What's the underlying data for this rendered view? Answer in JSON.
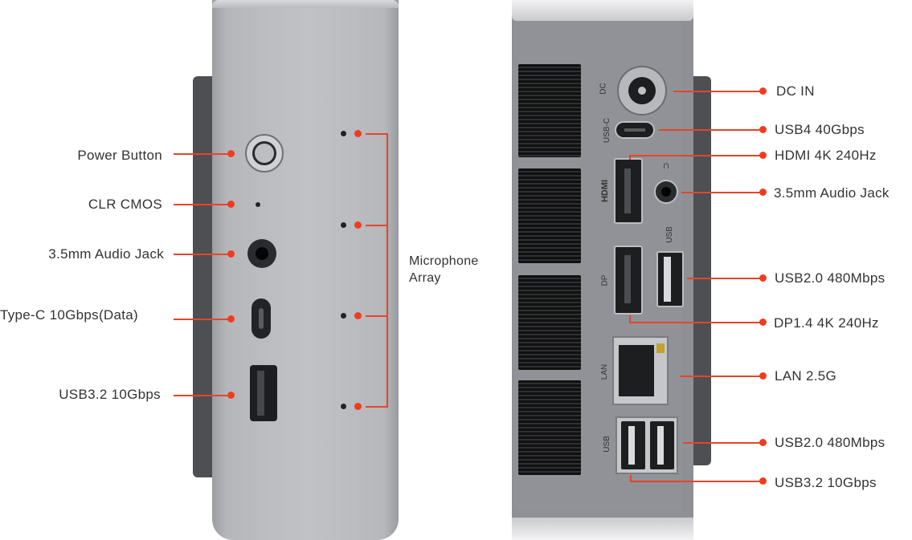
{
  "left_labels": {
    "power_button": "Power Button",
    "clr_cmos": "CLR CMOS",
    "audio_jack": "3.5mm Audio Jack",
    "type_c": "Type-C 10Gbps(Data)",
    "usb32": "USB3.2 10Gbps"
  },
  "microphone": {
    "line1": "Microphone",
    "line2": "Array"
  },
  "right_labels": {
    "dc_in": "DC IN",
    "usb4": "USB4 40Gbps",
    "hdmi": "HDMI 4K 240Hz",
    "audio_jack": "3.5mm Audio Jack",
    "usb20_a": "USB2.0 480Mbps",
    "dp": "DP1.4 4K 240Hz",
    "lan": "LAN 2.5G",
    "usb20_b": "USB2.0 480Mbps",
    "usb32": "USB3.2 10Gbps"
  },
  "panel_print": {
    "dc": "DC",
    "usb_c": "USB-C",
    "hdmi": "HDMI",
    "usb": "USB",
    "dp": "DP",
    "lan": "LAN",
    "usb_bottom": "USB"
  },
  "colors": {
    "accent": "#f03c1e",
    "body": "#b9bbbf",
    "panel": "#909297"
  }
}
